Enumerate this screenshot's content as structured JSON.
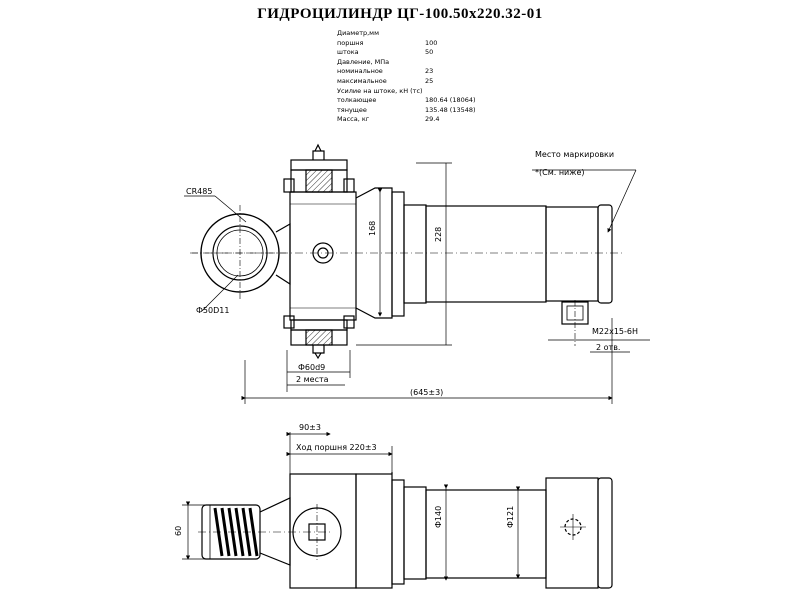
{
  "title": "ГИДРОЦИЛИНДР ЦГ-100.50х220.32-01",
  "specs": [
    {
      "label": "Диаметр,мм",
      "value": ""
    },
    {
      "label": "поршня",
      "value": "100"
    },
    {
      "label": "штока",
      "value": "50"
    },
    {
      "label": "Давление, МПа",
      "value": ""
    },
    {
      "label": "номинальное",
      "value": "23"
    },
    {
      "label": "максимальное",
      "value": "25"
    },
    {
      "label": "Усилие на штоке, кН (тс)",
      "value": ""
    },
    {
      "label": "толкающее",
      "value": "180.64 (18064)"
    },
    {
      "label": "тянущее",
      "value": "135.48 (13548)"
    },
    {
      "label": "Масса, кг",
      "value": "29.4"
    }
  ],
  "labels": {
    "marking_place": "Место маркировки",
    "see_below": "*(См. ниже)",
    "radius": "CR485",
    "eye_dia": "Ф50D11",
    "dim_168": "168",
    "dim_228": "228",
    "port_thread": "M22x15-6H",
    "two_holes": "2 отв.",
    "pin_dia": "Ф60d9",
    "two_places": "2 места",
    "overall": "(645±3)",
    "dim_90": "90±3",
    "piston_stroke": "Ход поршня 220±3",
    "dim_60": "60",
    "dia_140": "Ф140",
    "dia_121": "Ф121"
  }
}
